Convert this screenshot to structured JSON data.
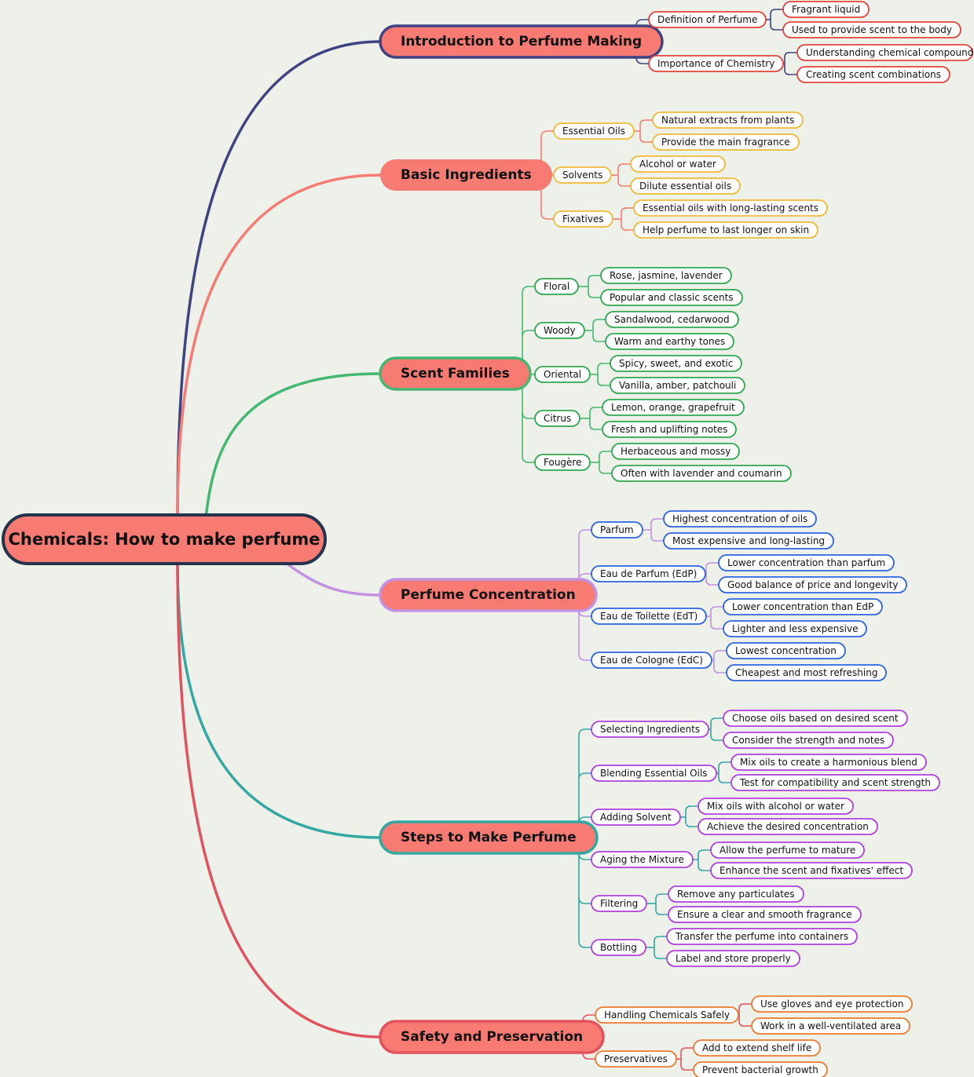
{
  "root": {
    "label": "Chemicals: How to make perfume"
  },
  "branches": [
    {
      "label": "Introduction to Perfume Making",
      "color": "#3f4382",
      "outline": "#e2453d",
      "children": [
        {
          "label": "Definition of Perfume",
          "leaves": [
            "Fragrant liquid",
            "Used to provide scent to the body"
          ]
        },
        {
          "label": "Importance of Chemistry",
          "leaves": [
            "Understanding chemical compounds",
            "Creating scent combinations"
          ]
        }
      ]
    },
    {
      "label": "Basic Ingredients",
      "color": "#f77b73",
      "outline": "#f0b937",
      "children": [
        {
          "label": "Essential Oils",
          "leaves": [
            "Natural extracts from plants",
            "Provide the main fragrance"
          ]
        },
        {
          "label": "Solvents",
          "leaves": [
            "Alcohol or water",
            "Dilute essential oils"
          ]
        },
        {
          "label": "Fixatives",
          "leaves": [
            "Essential oils with long-lasting scents",
            "Help perfume to last longer on skin"
          ]
        }
      ]
    },
    {
      "label": "Scent Families",
      "color": "#44b870",
      "outline": "#2fa84f",
      "children": [
        {
          "label": "Floral",
          "leaves": [
            "Rose, jasmine, lavender",
            "Popular and classic scents"
          ]
        },
        {
          "label": "Woody",
          "leaves": [
            "Sandalwood, cedarwood",
            "Warm and earthy tones"
          ]
        },
        {
          "label": "Oriental",
          "leaves": [
            "Spicy, sweet, and exotic",
            "Vanilla, amber, patchouli"
          ]
        },
        {
          "label": "Citrus",
          "leaves": [
            "Lemon, orange, grapefruit",
            "Fresh and uplifting notes"
          ]
        },
        {
          "label": "Fougère",
          "leaves": [
            "Herbaceous and mossy",
            "Often with lavender and coumarin"
          ]
        }
      ]
    },
    {
      "label": "Perfume Concentration",
      "color": "#c391e1",
      "outline": "#2b64e0",
      "children": [
        {
          "label": "Parfum",
          "leaves": [
            "Highest concentration of oils",
            "Most expensive and long-lasting"
          ]
        },
        {
          "label": "Eau de Parfum (EdP)",
          "leaves": [
            "Lower concentration than parfum",
            "Good balance of price and longevity"
          ]
        },
        {
          "label": "Eau de Toilette (EdT)",
          "leaves": [
            "Lower concentration than EdP",
            "Lighter and less expensive"
          ]
        },
        {
          "label": "Eau de Cologne (EdC)",
          "leaves": [
            "Lowest concentration",
            "Cheapest and most refreshing"
          ]
        }
      ]
    },
    {
      "label": "Steps to Make Perfume",
      "color": "#33a8a3",
      "outline": "#b13fe0",
      "children": [
        {
          "label": "Selecting Ingredients",
          "leaves": [
            "Choose oils based on desired scent",
            "Consider the strength and notes"
          ]
        },
        {
          "label": "Blending Essential Oils",
          "leaves": [
            "Mix oils to create a harmonious blend",
            "Test for compatibility and scent strength"
          ]
        },
        {
          "label": "Adding Solvent",
          "leaves": [
            "Mix oils with alcohol or water",
            "Achieve the desired concentration"
          ]
        },
        {
          "label": "Aging the Mixture",
          "leaves": [
            "Allow the perfume to mature",
            "Enhance the scent and fixatives' effect"
          ]
        },
        {
          "label": "Filtering",
          "leaves": [
            "Remove any particulates",
            "Ensure a clear and smooth fragrance"
          ]
        },
        {
          "label": "Bottling",
          "leaves": [
            "Transfer the perfume into containers",
            "Label and store properly"
          ]
        }
      ]
    },
    {
      "label": "Safety and Preservation",
      "color": "#e2525e",
      "outline": "#ef7a2f",
      "children": [
        {
          "label": "Handling Chemicals Safely",
          "leaves": [
            "Use gloves and eye protection",
            "Work in a well-ventilated area"
          ]
        },
        {
          "label": "Preservatives",
          "leaves": [
            "Add to extend shelf life",
            "Prevent bacterial growth"
          ]
        }
      ]
    }
  ]
}
